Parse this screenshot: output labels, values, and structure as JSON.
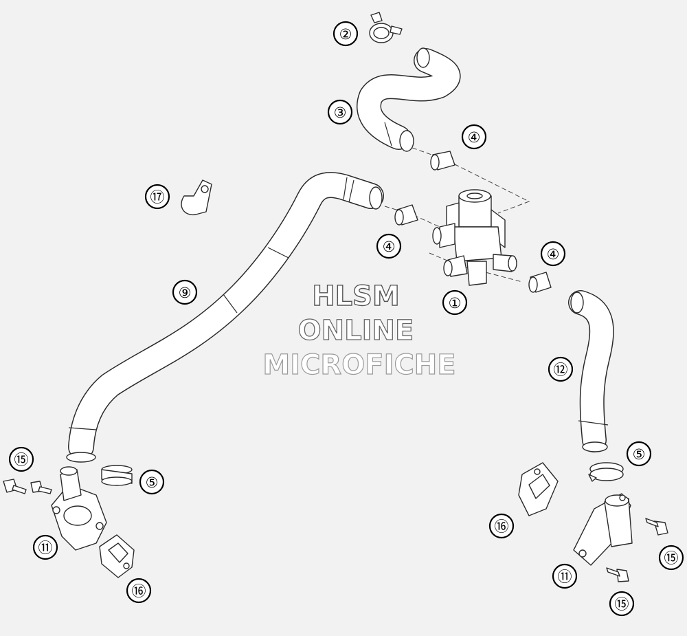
{
  "watermark": {
    "line1": "HLSM",
    "line2": "ONLINE",
    "line3": "MICROFICHE"
  },
  "callouts": [
    {
      "id": "valve",
      "label": "①"
    },
    {
      "id": "clamp-top",
      "label": "②"
    },
    {
      "id": "hose-upper",
      "label": "③"
    },
    {
      "id": "clamp-a",
      "label": "④"
    },
    {
      "id": "clamp-b",
      "label": "④"
    },
    {
      "id": "clamp-c",
      "label": "④"
    },
    {
      "id": "clamp-d",
      "label": "⑤"
    },
    {
      "id": "clamp-e",
      "label": "⑤"
    },
    {
      "id": "hose-long",
      "label": "⑨"
    },
    {
      "id": "cover-left",
      "label": "⑪"
    },
    {
      "id": "cover-right",
      "label": "⑪"
    },
    {
      "id": "hose-right",
      "label": "⑫"
    },
    {
      "id": "screw-a",
      "label": "⑮"
    },
    {
      "id": "screw-b",
      "label": "⑮"
    },
    {
      "id": "screw-c",
      "label": "⑮"
    },
    {
      "id": "gasket-left",
      "label": "⑯"
    },
    {
      "id": "gasket-right",
      "label": "⑯"
    },
    {
      "id": "holder",
      "label": "⑰"
    }
  ],
  "colors": {
    "background": "#f2f2f2",
    "line": "#2a2a2a",
    "watermark_stroke": "#555555"
  }
}
